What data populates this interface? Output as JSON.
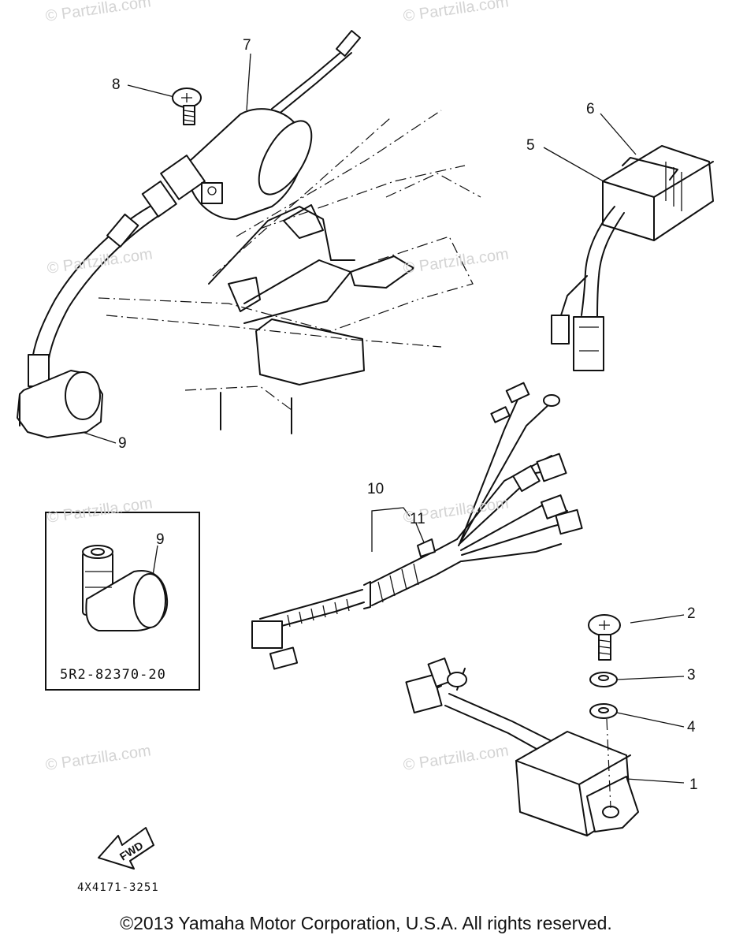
{
  "diagram": {
    "watermarks": [
      "© Partzilla.com",
      "© Partzilla.com",
      "© Partzilla.com",
      "© Partzilla.com",
      "© Partzilla.com",
      "© Partzilla.com",
      "© Partzilla.com",
      "© Partzilla.com"
    ],
    "callouts": [
      "1",
      "2",
      "3",
      "4",
      "5",
      "6",
      "7",
      "8",
      "9",
      "9",
      "10",
      "11"
    ],
    "inset_part_number": "5R2-82370-20",
    "fwd_label": "FWD",
    "drawing_code": "4X4171-3251",
    "copyright": "©2013 Yamaha Motor Corporation, U.S.A. All rights reserved."
  }
}
